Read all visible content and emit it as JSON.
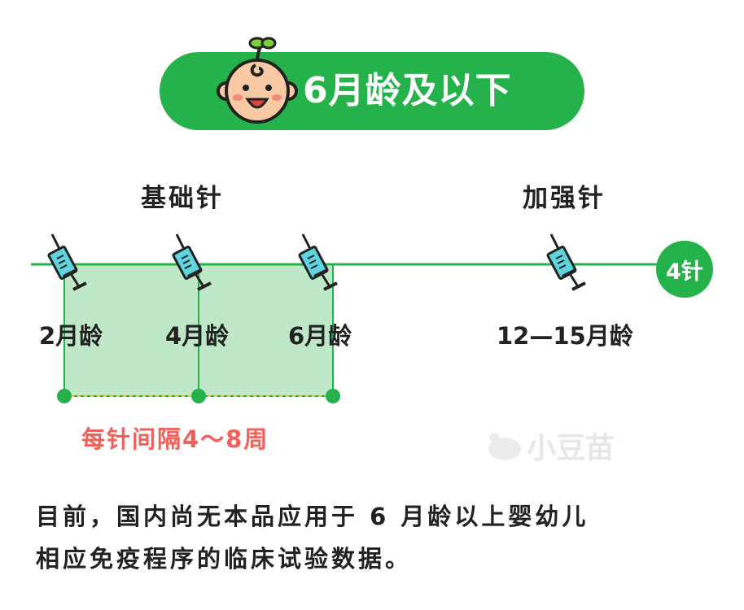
{
  "title": "6月龄及以下",
  "groups": {
    "basic": "基础针",
    "booster": "加强针"
  },
  "doses": [
    "2月龄",
    "4月龄",
    "6月龄",
    "12—15月龄"
  ],
  "total_doses": "4针",
  "interval": "每针间隔4～8周",
  "note_lines": [
    "目前，国内尚无本品应用于 6 月龄以上婴幼儿",
    "相应免疫程序的临床试验数据。"
  ],
  "watermark": "小豆苗",
  "icons": [
    "baby-icon",
    "syringe-icon",
    "watermark-logo-icon"
  ],
  "colors": {
    "green": "#26b24a",
    "fill": "#bfe8c8",
    "red": "#f2605a",
    "syringe_blue": "#5fd3de"
  }
}
